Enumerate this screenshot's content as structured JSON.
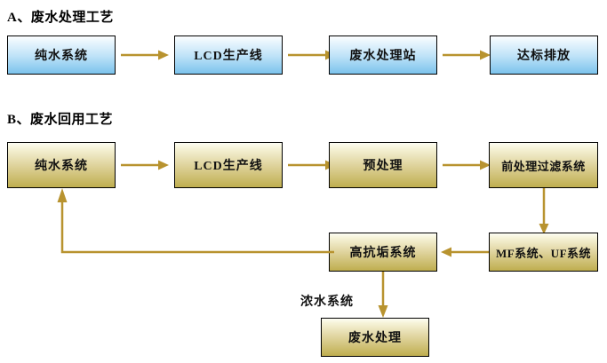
{
  "diagram": {
    "colors": {
      "arrow": "#b8932f",
      "box_border": "#000000",
      "blue_top": "#fbfdfe",
      "blue_bottom": "#7cc3ec",
      "gold_top": "#fdfdf4",
      "gold_bottom": "#bfae4f",
      "background": "#ffffff",
      "text": "#111111"
    },
    "sections": [
      {
        "id": "section-a",
        "title": "A、废水处理工艺",
        "nodes": [
          {
            "id": "a1",
            "label": "纯水系统"
          },
          {
            "id": "a2",
            "label": "LCD生产线"
          },
          {
            "id": "a3",
            "label": "废水处理站"
          },
          {
            "id": "a4",
            "label": "达标排放"
          }
        ],
        "edges": [
          {
            "from": "a1",
            "to": "a2",
            "direction": "right"
          },
          {
            "from": "a2",
            "to": "a3",
            "direction": "right"
          },
          {
            "from": "a3",
            "to": "a4",
            "direction": "right"
          }
        ]
      },
      {
        "id": "section-b",
        "title": "B、废水回用工艺",
        "nodes": [
          {
            "id": "b1",
            "label": "纯水系统"
          },
          {
            "id": "b2",
            "label": "LCD生产线"
          },
          {
            "id": "b3",
            "label": "预处理"
          },
          {
            "id": "b4",
            "label": "前处理过滤系统"
          },
          {
            "id": "b5",
            "label": "MF系统、UF系统"
          },
          {
            "id": "b6",
            "label": "高抗垢系统"
          },
          {
            "id": "b7",
            "label": "废水处理"
          }
        ],
        "edges": [
          {
            "from": "b1",
            "to": "b2",
            "direction": "right"
          },
          {
            "from": "b2",
            "to": "b3",
            "direction": "right"
          },
          {
            "from": "b3",
            "to": "b4",
            "direction": "right"
          },
          {
            "from": "b4",
            "to": "b5",
            "direction": "down"
          },
          {
            "from": "b5",
            "to": "b6",
            "direction": "left"
          },
          {
            "from": "b6",
            "to": "b1",
            "direction": "feedback-left-up"
          },
          {
            "from": "b6",
            "to": "b7",
            "direction": "down",
            "label": "浓水系统"
          }
        ],
        "edge_labels": [
          {
            "id": "concentrate-water",
            "text": "浓水系统"
          }
        ]
      }
    ]
  }
}
